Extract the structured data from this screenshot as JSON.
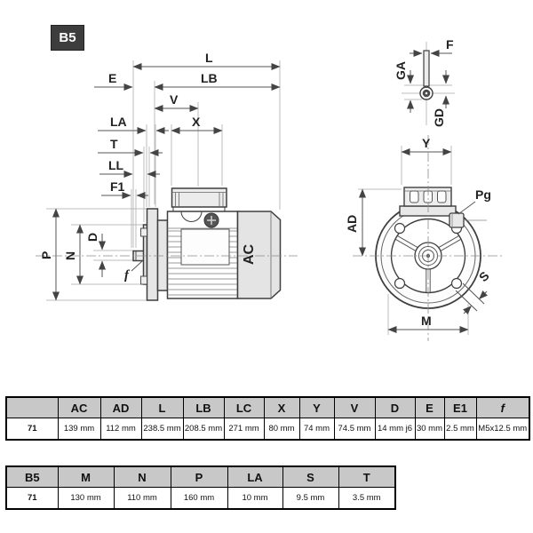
{
  "drawing": {
    "badge": "B5",
    "side": {
      "l": "L",
      "lb": "LB",
      "e": "E",
      "v": "V",
      "la": "LA",
      "t": "T",
      "ll": "LL",
      "f1": "F1",
      "x": "X",
      "p": "P",
      "n": "N",
      "d": "D",
      "f": "f",
      "ac": "AC"
    },
    "front": {
      "f": "F",
      "ga": "GA",
      "gd": "GD",
      "y": "Y",
      "ad": "AD",
      "pg": "Pg",
      "s": "S",
      "m": "M"
    }
  },
  "tables": {
    "dimensions": {
      "headers": [
        "",
        "AC",
        "AD",
        "L",
        "LB",
        "LC",
        "X",
        "Y",
        "V",
        "D",
        "E",
        "E1",
        "f"
      ],
      "row_label": "71",
      "values": [
        "139 mm",
        "112 mm",
        "238.5 mm",
        "208.5 mm",
        "271 mm",
        "80 mm",
        "74 mm",
        "74.5 mm",
        "14 mm j6",
        "30 mm",
        "2.5 mm",
        "M5x12.5 mm"
      ]
    },
    "flange": {
      "headers": [
        "B5",
        "M",
        "N",
        "P",
        "LA",
        "S",
        "T"
      ],
      "row_label": "71",
      "values": [
        "130 mm",
        "110 mm",
        "160 mm",
        "10 mm",
        "9.5 mm",
        "3.5 mm"
      ]
    }
  }
}
